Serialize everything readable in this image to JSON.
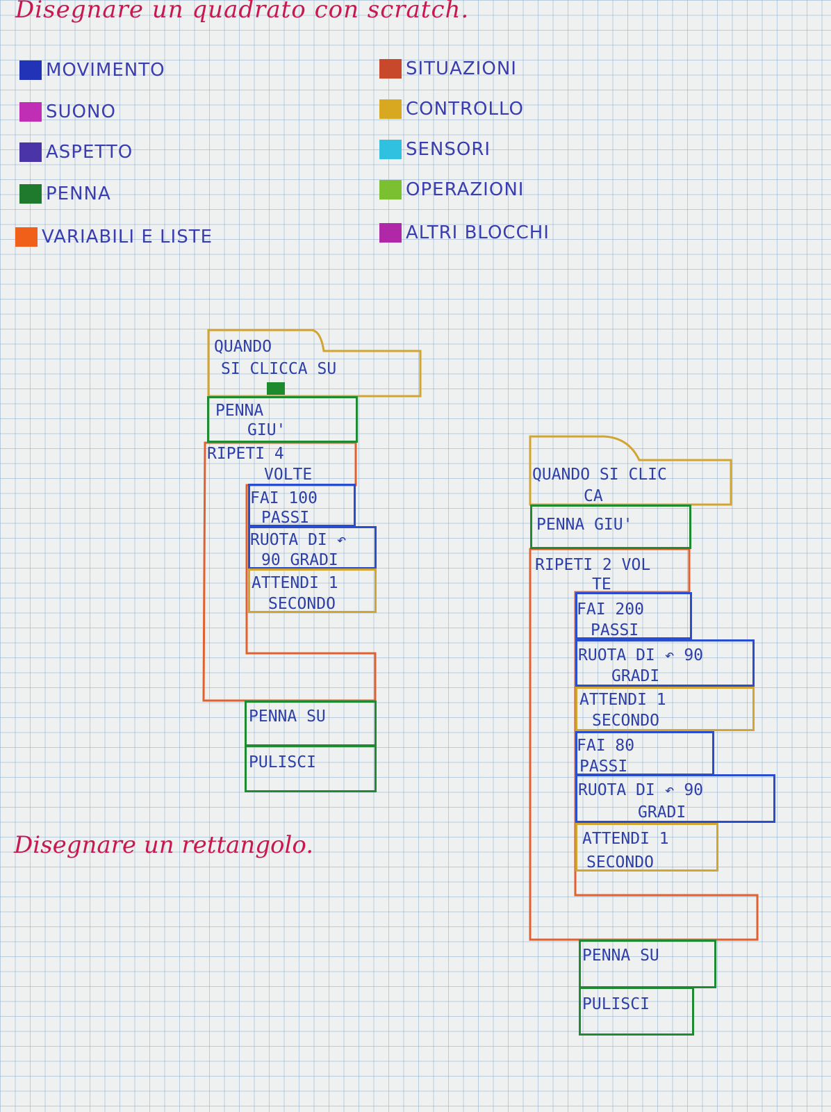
{
  "heading": "Disegnare un quadrato con scratch.",
  "subheading": "Disegnare un rettangolo.",
  "legend": {
    "left": [
      {
        "label": "MOVIMENTO",
        "color": "#2233b8"
      },
      {
        "label": "SUONO",
        "color": "#c02eb6"
      },
      {
        "label": "ASPETTO",
        "color": "#4a34a8"
      },
      {
        "label": "PENNA",
        "color": "#1f7a2e"
      },
      {
        "label": "VARIABILI E LISTE",
        "color": "#f06018"
      }
    ],
    "right": [
      {
        "label": "SITUAZIONI",
        "color": "#c8482c"
      },
      {
        "label": "CONTROLLO",
        "color": "#d8a820"
      },
      {
        "label": "SENSORI",
        "color": "#30c0e0"
      },
      {
        "label": "OPERAZIONI",
        "color": "#7ac030"
      },
      {
        "label": "ALTRI BLOCCHI",
        "color": "#b028a8"
      }
    ]
  },
  "program_square": {
    "hat": [
      "QUANDO",
      "SI  CLICCA SU"
    ],
    "pen_down": [
      "PENNA",
      "GIU'"
    ],
    "repeat": [
      "RIPETI 4",
      "VOLTE"
    ],
    "move": [
      "FAI 100",
      "PASSI"
    ],
    "turn": [
      "RUOTA DI ↶",
      "90 GRADI"
    ],
    "wait": [
      "ATTENDI 1",
      "SECONDO"
    ],
    "pen_up": "PENNA SU",
    "clear": "PULISCI"
  },
  "program_rectangle": {
    "hat": [
      "QUANDO SI CLIC",
      "CA"
    ],
    "pen_down": "PENNA GIU'",
    "repeat": [
      "RIPETI 2 VOL",
      "TE"
    ],
    "move1": [
      "FAI 200",
      "PASSI"
    ],
    "turn1": [
      "RUOTA DI ↶ 90",
      "GRADI"
    ],
    "wait1": [
      "ATTENDI 1",
      "SECONDO"
    ],
    "move2": [
      "FAI 80",
      "PASSI"
    ],
    "turn2": [
      "RUOTA DI ↶ 90",
      "GRADI"
    ],
    "wait2": [
      "ATTENDI 1",
      "SECONDO"
    ],
    "pen_up": "PENNA SU",
    "clear": "PULISCI"
  }
}
